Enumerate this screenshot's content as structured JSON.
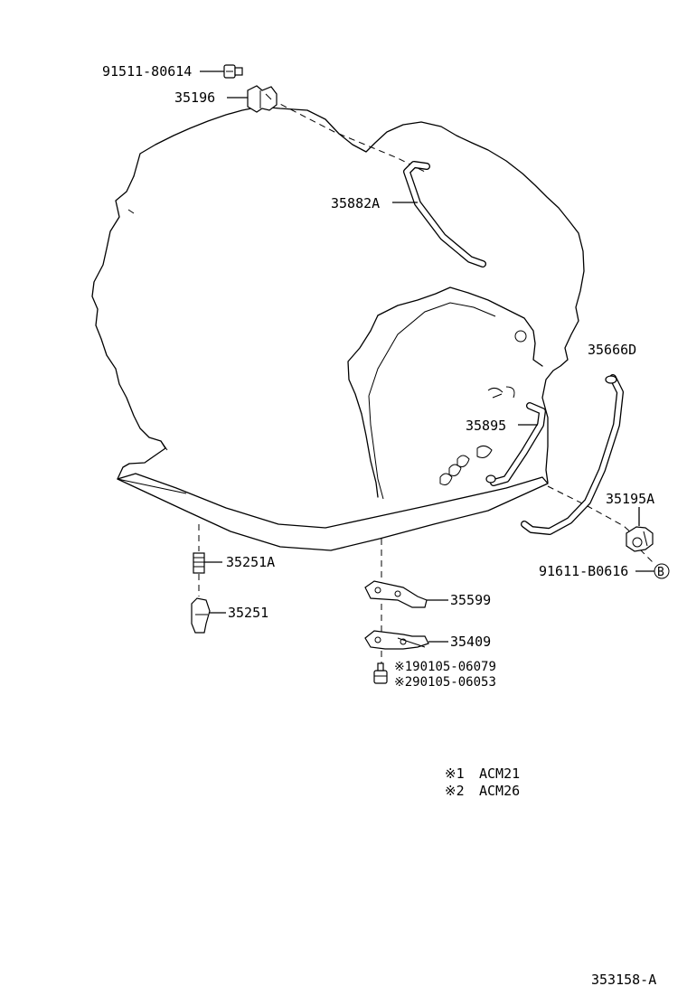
{
  "diagram": {
    "labels": {
      "p91511_80614": "91511-80614",
      "p35196": "35196",
      "p35882A": "35882A",
      "p35666D": "35666D",
      "p35895": "35895",
      "p35195A": "35195A",
      "p91611_B0616": "91611-B0616",
      "ref_b": "B",
      "p35251A": "35251A",
      "p35251": "35251",
      "p35599": "35599",
      "p35409": "35409",
      "bolt1": "※190105-06079",
      "bolt2": "※290105-06053"
    },
    "notes": [
      {
        "mark": "※1",
        "model": "ACM21"
      },
      {
        "mark": "※2",
        "model": "ACM26"
      }
    ],
    "figure_code": "353158-A"
  }
}
